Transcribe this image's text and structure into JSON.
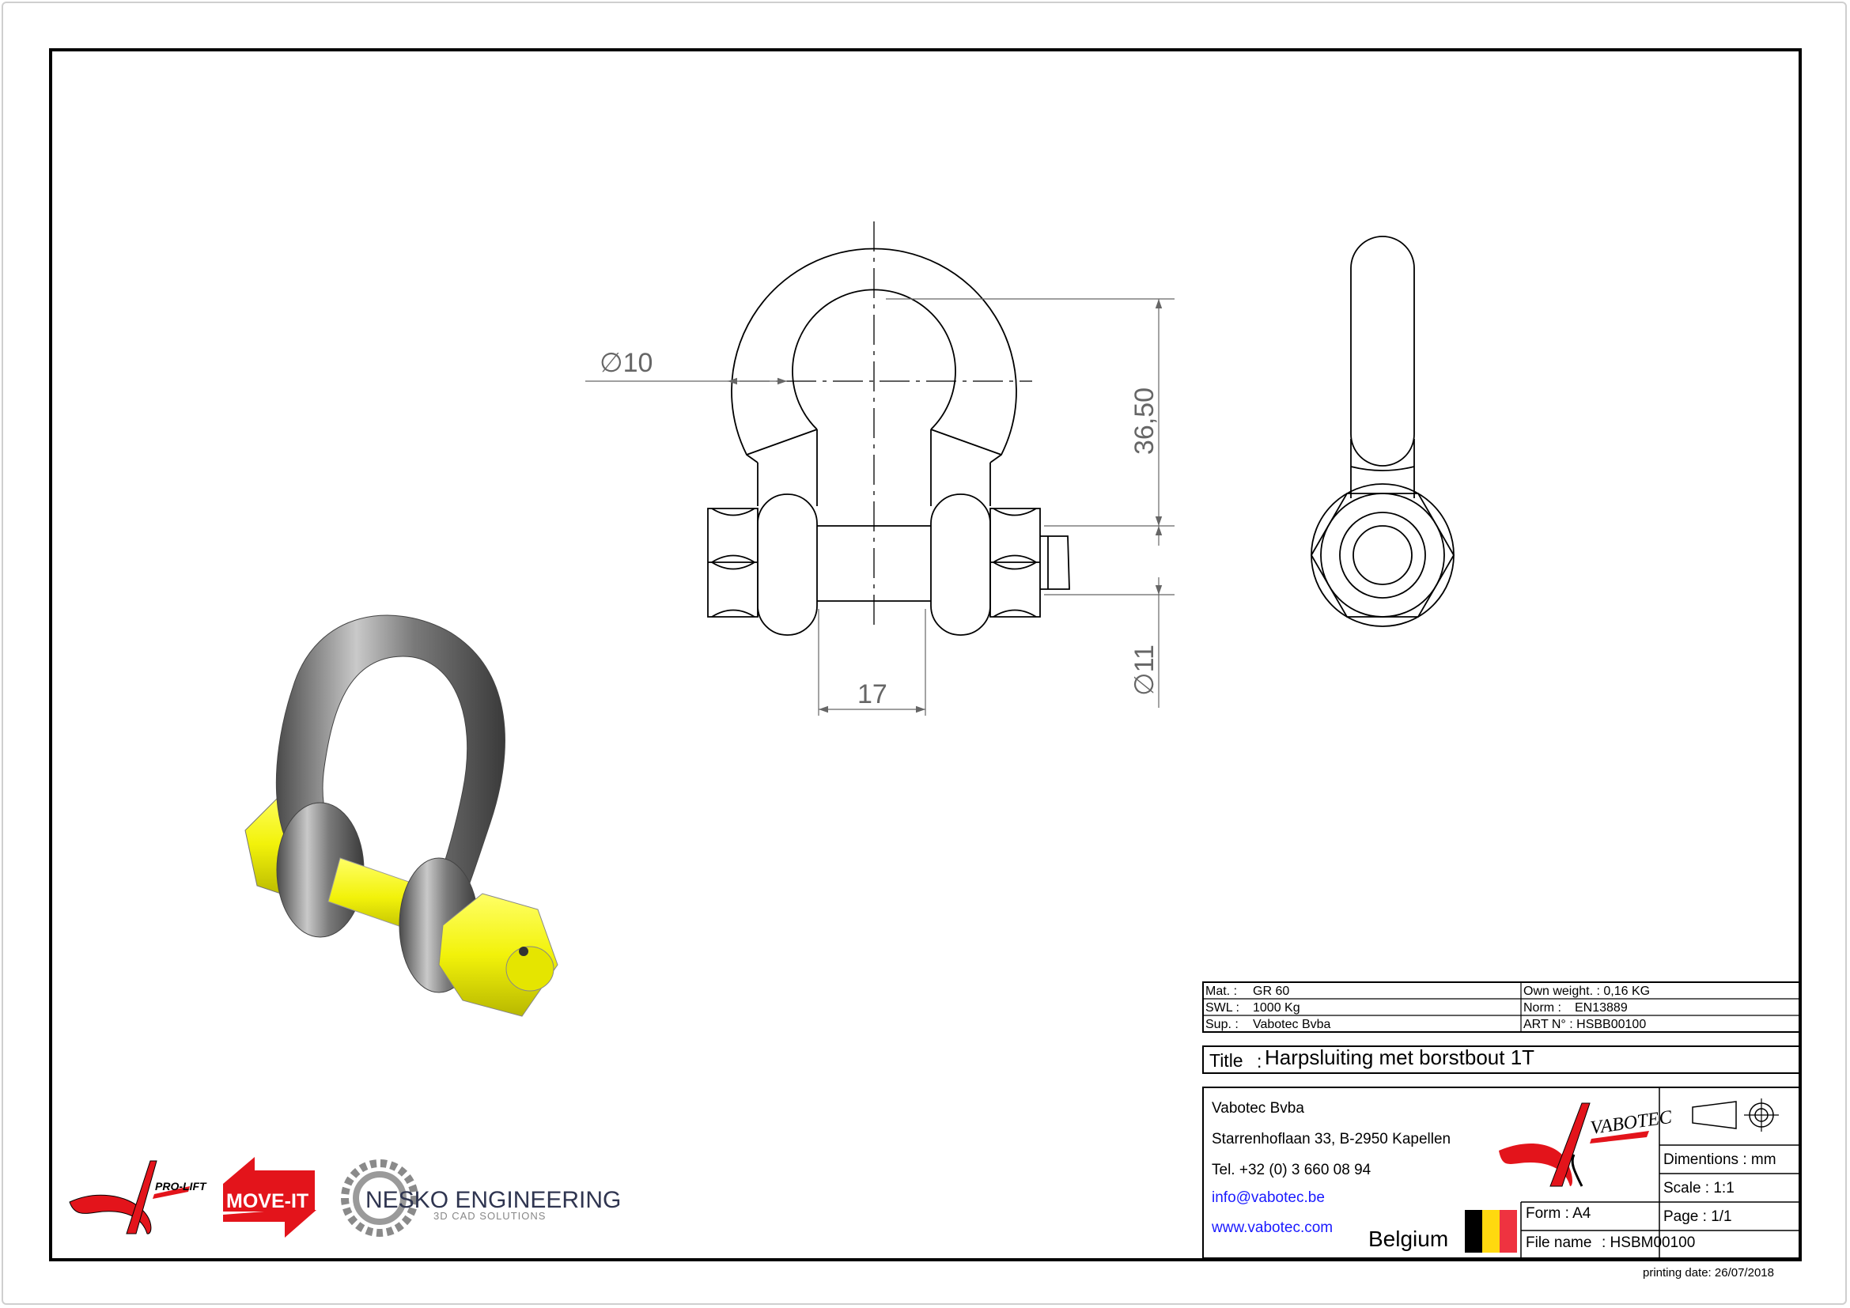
{
  "dimensions": {
    "diameter_pin": "∅10",
    "height": "36,50",
    "width": "17",
    "diameter_bolt": "∅11"
  },
  "specs": {
    "mat_label": "Mat. :",
    "mat_value": "GR 60",
    "swl_label": "SWL :",
    "swl_value": "1000 Kg",
    "sup_label": "Sup. :",
    "sup_value": "Vabotec Bvba",
    "weight": "Own weight. : 0,16 KG",
    "norm_label": "Norm  :",
    "norm_value": "EN13889",
    "art": "ART N° : HSBB00100"
  },
  "title": {
    "label": "Title",
    "value": "Harpsluiting met borstbout 1T"
  },
  "company": {
    "name": "Vabotec Bvba",
    "address": "Starrenhoflaan 33, B-2950 Kapellen",
    "phone": "Tel. +32 (0) 3 660 08 94",
    "email": "info@vabotec.be",
    "website": "www.vabotec.com",
    "country": "Belgium",
    "logo_text": "VABOTEC"
  },
  "sheet": {
    "dimensions": "Dimentions : mm",
    "scale": "Scale  : 1:1",
    "page": "Page : 1/1",
    "form": "Form : A4",
    "file_label": "File name",
    "file_value": ": HSBM00100"
  },
  "logos": {
    "prolift": "PRO-LIFT",
    "moveit": "MOVE-IT",
    "nesko_name": "NESKO ENGINEERING",
    "nesko_tagline": "3D CAD SOLUTIONS"
  },
  "printing_date": "printing date:   26/07/2018",
  "colors": {
    "flag_black": "#000000",
    "flag_yellow": "#ffd90f",
    "flag_red": "#ef3340",
    "shackle_yellow": "#f2f20a",
    "logo_red": "#e3141b"
  }
}
